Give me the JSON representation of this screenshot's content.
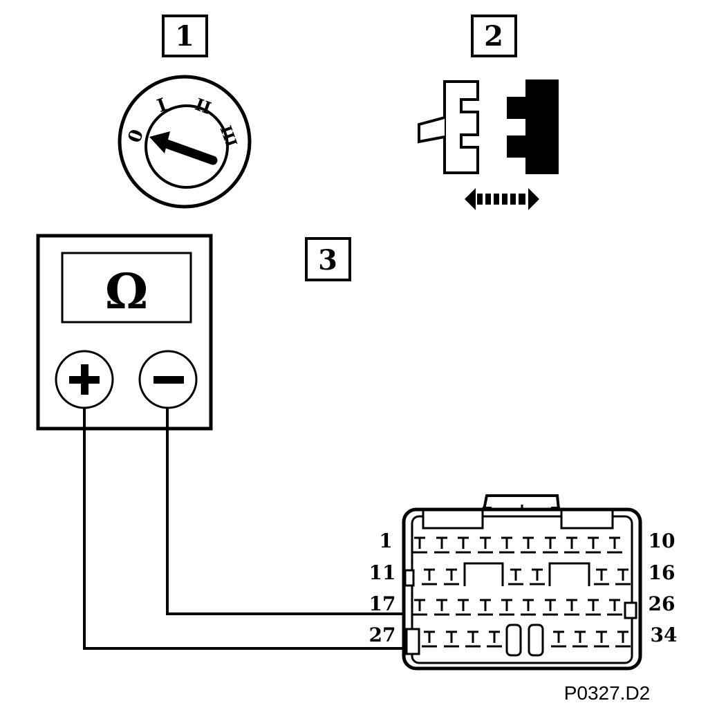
{
  "steps": {
    "step1": "1",
    "step2": "2",
    "step3": "3"
  },
  "ignition_switch": {
    "positions": [
      "0",
      "I",
      "II",
      "III"
    ]
  },
  "multimeter": {
    "display_symbol": "Ω",
    "positive_terminal": "+",
    "negative_terminal": "−"
  },
  "connector": {
    "pin_labels": {
      "row1_left": "1",
      "row1_right": "10",
      "row2_left": "11",
      "row2_right": "16",
      "row3_left": "17",
      "row3_right": "26",
      "row4_left": "27",
      "row4_right": "34"
    }
  },
  "figure_code": "P0327.D2",
  "colors": {
    "ink": "#000000",
    "paper": "#ffffff"
  }
}
